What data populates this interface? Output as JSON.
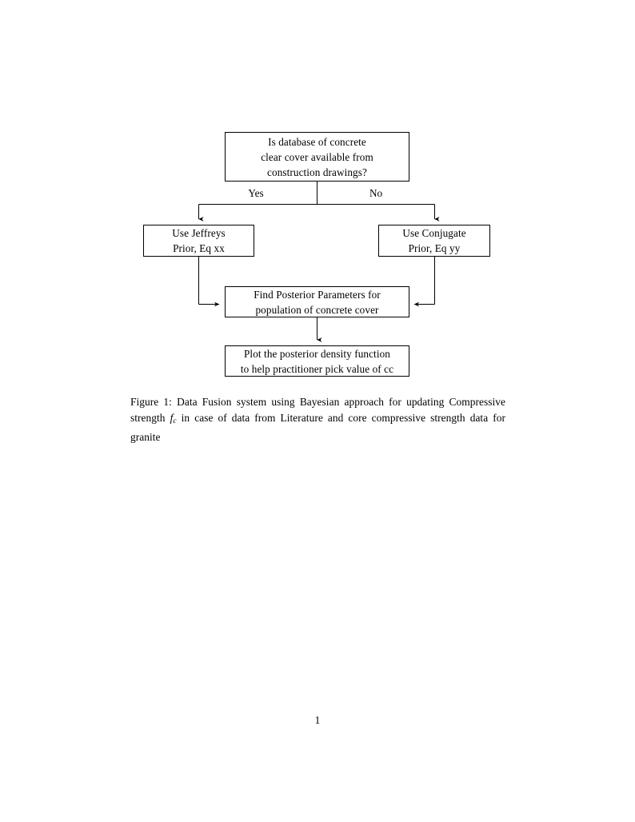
{
  "document": {
    "page_number": "1"
  },
  "figure": {
    "nodes": [
      {
        "id": "question",
        "lines": [
          "Is database of concrete",
          "clear cover available from",
          "construction drawings?"
        ]
      },
      {
        "id": "jeffreys",
        "lines": [
          "Use Jeffreys",
          "Prior, Eq xx"
        ]
      },
      {
        "id": "conjugate",
        "lines": [
          "Use Conjugate",
          "Prior, Eq yy"
        ]
      },
      {
        "id": "posterior",
        "lines": [
          "Find Posterior Parameters for",
          "population of concrete cover"
        ]
      },
      {
        "id": "plot",
        "lines": [
          "Plot the posterior density function",
          "to help practitioner pick value of cc"
        ]
      }
    ],
    "edge_labels": {
      "yes": "Yes",
      "no": "No"
    },
    "stroke_color": "#000000"
  },
  "caption": {
    "label": "Figure 1:",
    "part1": " Data Fusion system using Bayesian approach for updating Compressive strength ",
    "symbol_base": "f",
    "symbol_sub": "c",
    "part2": " in case of data from Literature and core compressive strength data for granite",
    "full_text": "Figure 1: Data Fusion system using Bayesian approach for updating Compressive strength f_c in case of data from Literature and core compressive strength data for granite"
  }
}
